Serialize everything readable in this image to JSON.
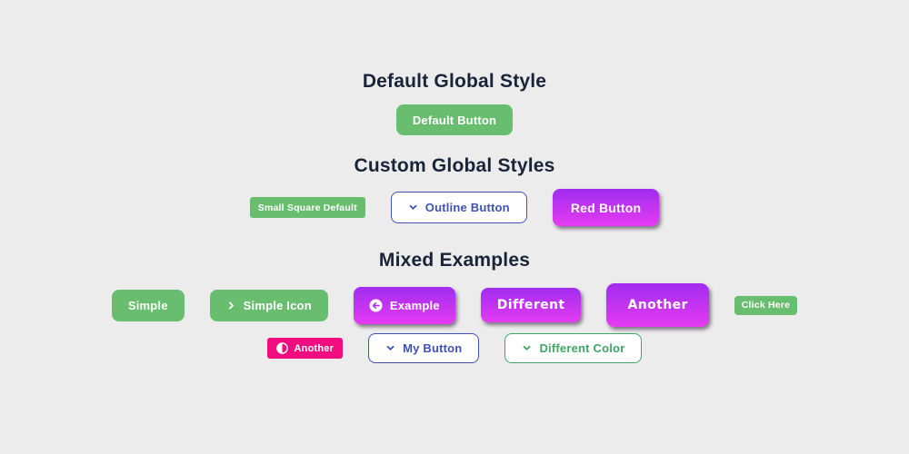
{
  "headings": {
    "default_style": "Default Global Style",
    "custom_styles": "Custom Global Styles",
    "mixed_examples": "Mixed Examples"
  },
  "buttons": {
    "default_button": {
      "label": "Default Button",
      "style": "green-filled"
    },
    "small_square_default": {
      "label": "Small Square Default",
      "style": "green-filled-small-square"
    },
    "outline_button": {
      "label": "Outline Button",
      "style": "indigo-outline",
      "icon": "chevron-down-icon"
    },
    "red_button": {
      "label": "Red Button",
      "style": "purple-magenta-gradient"
    },
    "simple": {
      "label": "Simple",
      "style": "green-filled"
    },
    "simple_icon": {
      "label": "Simple Icon",
      "style": "green-filled",
      "icon": "chevron-right-icon"
    },
    "example": {
      "label": "Example",
      "style": "purple-magenta-gradient",
      "icon": "arrow-left-circle-icon"
    },
    "different": {
      "label": "Different",
      "style": "purple-magenta-gradient-bold"
    },
    "another_large": {
      "label": "Another",
      "style": "purple-magenta-gradient-bold-large"
    },
    "click_here": {
      "label": "Click Here",
      "style": "green-filled-small"
    },
    "another_pink": {
      "label": "Another",
      "style": "pink-filled-small",
      "icon": "contrast-icon"
    },
    "my_button": {
      "label": "My Button",
      "style": "indigo-outline",
      "icon": "chevron-down-icon"
    },
    "different_color": {
      "label": "Different Color",
      "style": "green-outline",
      "icon": "chevron-down-icon"
    }
  },
  "colors": {
    "page_bg": "#ececec",
    "heading": "#1a2438",
    "green": "#68bd6e",
    "indigo": "#3f51b5",
    "outline_green": "#42a566",
    "pink": "#f10d7f",
    "purple_gradient_top": "#a02cf0",
    "purple_gradient_bottom": "#e53bf2"
  }
}
